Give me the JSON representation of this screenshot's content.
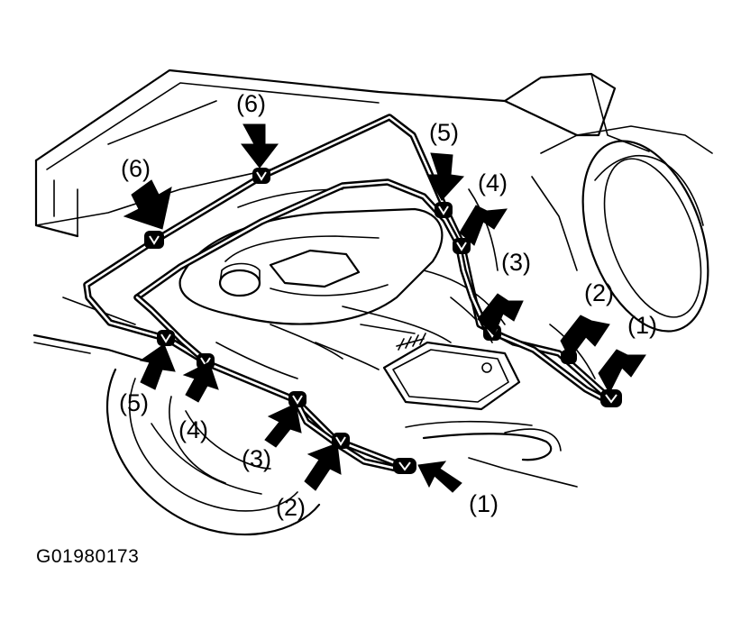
{
  "figure": {
    "id_label": "G01980173"
  },
  "callouts": [
    {
      "id": "6-left",
      "text": "(6)"
    },
    {
      "id": "6-top",
      "text": "(6)"
    },
    {
      "id": "5-right",
      "text": "(5)"
    },
    {
      "id": "4-right",
      "text": "(4)"
    },
    {
      "id": "3-right",
      "text": "(3)"
    },
    {
      "id": "2-right",
      "text": "(2)"
    },
    {
      "id": "1-right",
      "text": "(1)"
    },
    {
      "id": "5-left",
      "text": "(5)"
    },
    {
      "id": "4-left",
      "text": "(4)"
    },
    {
      "id": "3-left",
      "text": "(3)"
    },
    {
      "id": "2-left",
      "text": "(2)"
    },
    {
      "id": "1-left",
      "text": "(1)"
    }
  ]
}
